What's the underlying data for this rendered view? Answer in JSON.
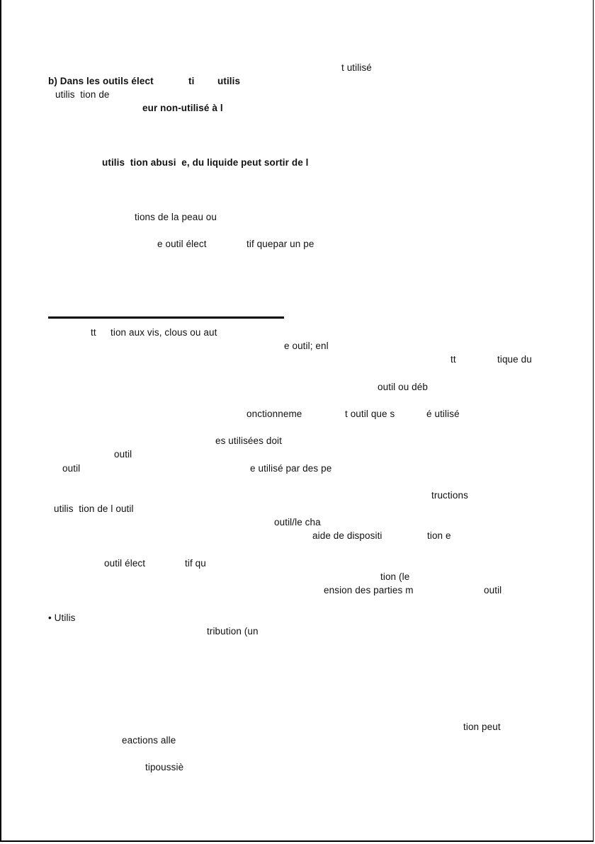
{
  "fragments": {
    "f01": "t utilisé",
    "f02": "b) Dans les outils élect",
    "f03": "ti",
    "f04": "utilis",
    "f05": "utilis  tion de",
    "f06": "eur non-utilisé à l",
    "f07": "utilis  tion abusi  e, du liquide peut sortir de l",
    "f08": "tions de la peau ou",
    "f09": "e outil élect",
    "f10": "tif quepar un pe",
    "f11": "tt",
    "f12": "tion aux vis, clous ou aut",
    "f13": "e outil; enl",
    "f14": "tt",
    "f15": "tique du",
    "f16": "outil ou déb",
    "f17": "onctionneme",
    "f18": "t outil que s",
    "f19": "é utilisé",
    "f20": "es utilisées doit",
    "f21": "outil",
    "f22": "outil",
    "f23": "e utilisé par des pe",
    "f24": "tructions",
    "f25": "utilis  tion de l outil",
    "f26": "outil/le cha",
    "f27": "aide de dispositi",
    "f28": "tion e",
    "f29": "outil élect",
    "f30": "tif qu",
    "f31": "tion (le",
    "f32": "ension des parties m",
    "f33": "outil",
    "f34": "• Utilis",
    "f35": "tribution (un",
    "f36": "tion peut",
    "f37": "eactions alle",
    "f38": "tipoussiè"
  }
}
